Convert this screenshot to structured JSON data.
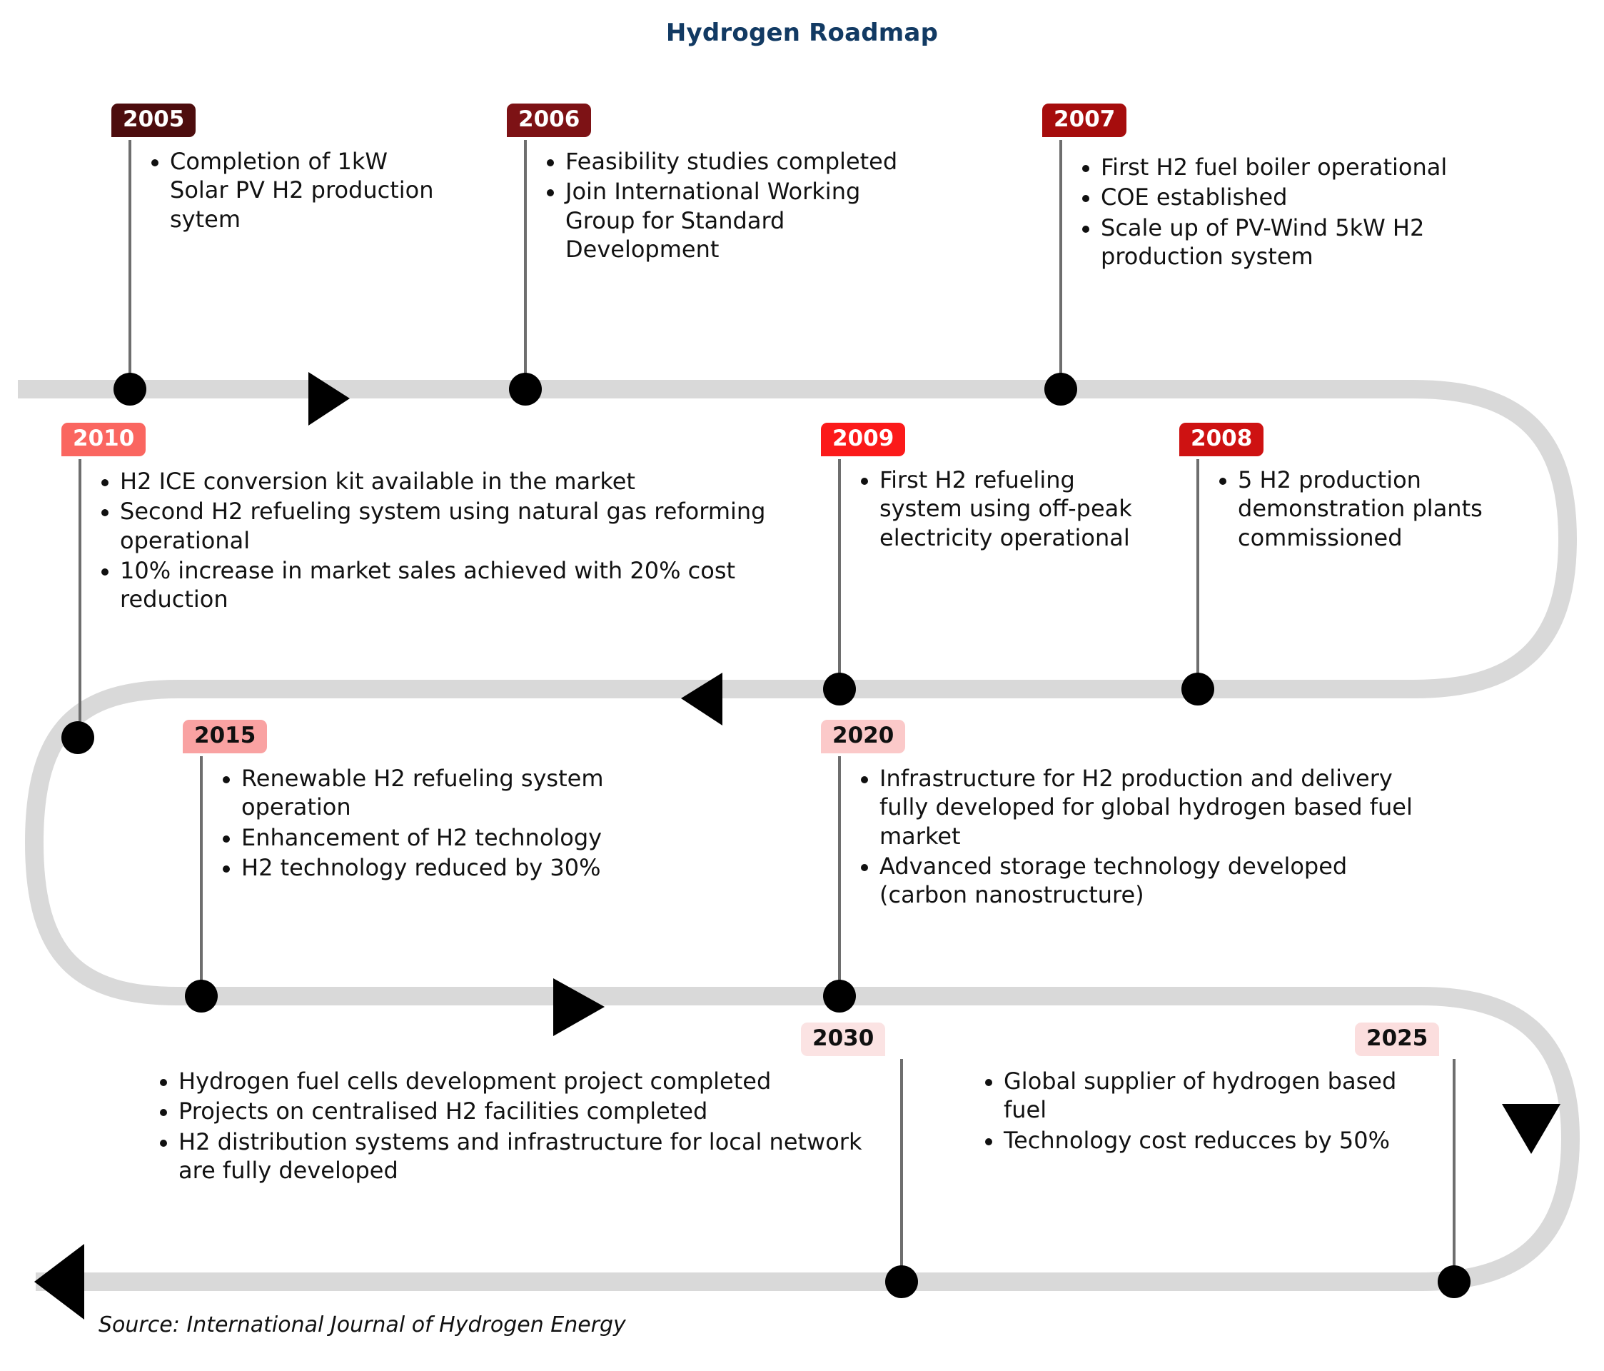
{
  "title": "Hydrogen Roadmap",
  "source": "Source: International Journal of Hydrogen Energy",
  "colors": {
    "title": "#123a63",
    "track": "#d9d9d9",
    "node": "#000000",
    "stem": "#6e6e6e",
    "arrow": "#000000"
  },
  "milestones": [
    {
      "year": "2005",
      "badge_bg": "#4d0d0e",
      "badge_fg": "#ffffff",
      "items": [
        "Completion of 1kW Solar PV H2 production sytem"
      ]
    },
    {
      "year": "2006",
      "badge_bg": "#7d1215",
      "badge_fg": "#ffffff",
      "items": [
        "Feasibility studies completed",
        "Join International Working Group for Standard Development"
      ]
    },
    {
      "year": "2007",
      "badge_bg": "#a60d0d",
      "badge_fg": "#ffffff",
      "items": [
        "First H2 fuel boiler operational",
        "COE established",
        "Scale up of PV-Wind 5kW H2 production system"
      ]
    },
    {
      "year": "2008",
      "badge_bg": "#ce1212",
      "badge_fg": "#ffffff",
      "items": [
        "5 H2 production demonstration plants commissioned"
      ]
    },
    {
      "year": "2009",
      "badge_bg": "#fb1a1a",
      "badge_fg": "#ffffff",
      "items": [
        "First H2 refueling system using off-peak electricity operational"
      ]
    },
    {
      "year": "2010",
      "badge_bg": "#fa6660",
      "badge_fg": "#ffffff",
      "items": [
        "H2 ICE conversion kit available in the market",
        "Second H2 refueling system using natural gas reforming operational",
        "10% increase in market sales achieved with 20% cost reduction"
      ]
    },
    {
      "year": "2015",
      "badge_bg": "#f9a2a2",
      "badge_fg": "#101010",
      "items": [
        "Renewable H2 refueling system operation",
        "Enhancement of H2 technology",
        "H2 technology reduced by 30%"
      ]
    },
    {
      "year": "2020",
      "badge_bg": "#fbc9c9",
      "badge_fg": "#101010",
      "items": [
        "Infrastructure for H2 production and delivery fully developed for global hydrogen based fuel market",
        "Advanced storage technology developed (carbon nanostructure)"
      ]
    },
    {
      "year": "2025",
      "badge_bg": "#fbdede",
      "badge_fg": "#101010",
      "items": [
        "Global supplier of hydrogen based fuel",
        "Technology cost reducces by 50%"
      ]
    },
    {
      "year": "2030",
      "badge_bg": "#fbe3e3",
      "badge_fg": "#101010",
      "items": [
        "Hydrogen fuel cells development project completed",
        "Projects on centralised H2 facilities completed",
        "H2 distribution systems and infrastructure for local network are fully developed"
      ]
    }
  ],
  "chart_data": {
    "type": "timeline",
    "title": "Hydrogen Roadmap",
    "orientation": "serpentine-horizontal",
    "rows": 4,
    "direction_per_row": [
      "right",
      "left",
      "right",
      "left"
    ],
    "years": [
      "2005",
      "2006",
      "2007",
      "2008",
      "2009",
      "2010",
      "2015",
      "2020",
      "2025",
      "2030"
    ],
    "events_per_year": [
      1,
      2,
      3,
      1,
      1,
      3,
      3,
      2,
      2,
      3
    ],
    "source": "Source: International Journal of Hydrogen Energy"
  }
}
